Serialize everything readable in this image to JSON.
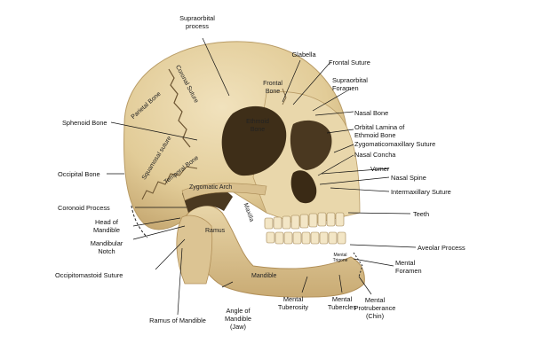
{
  "diagram": {
    "labels": {
      "supraorbital_process": "Supraorbital\nprocess",
      "glabella": "Glabella",
      "frontal_suture": "Frontal Suture",
      "frontal_bone": "Frontal\nBone",
      "supraorbital_foramen": "Supraorbital\nForamen",
      "nasal_bone": "Nasal Bone",
      "orbital_lamina": "Orbital Lamina of\nEthmoid Bone",
      "zygomaticomaxillary_suture": "Zygomaticomaxillary Suture",
      "nasal_concha": "Nasal Concha",
      "vomer": "Vomer",
      "nasal_spine": "Nasal Spine",
      "intermaxillary_suture": "Intermaxillary Suture",
      "teeth": "Teeth",
      "aveolar_process": "Aveolar Process",
      "mental_foramen": "Mental\nForamen",
      "mental_protruberance": "Mental\nProtruberance\n(Chin)",
      "mental_tubercles": "Mental\nTubercles",
      "mental_tuberosity": "Mental\nTuberosity",
      "angle_of_mandible": "Angle of\nMandible\n(Jaw)",
      "ramus_of_mandible": "Ramus of Mandible",
      "occipitomastoid_suture": "Occipitomastoid Suture",
      "mandibular_notch": "Mandibular\nNotch",
      "head_of_mandible": "Head of\nMandible",
      "coronoid_process": "Coronoid Process",
      "occipital_bone": "Occipital Bone",
      "sphenoid_bone": "Sphenoid Bone",
      "parietal_bone": "Parietal Bone",
      "coronal_suture": "Coronal Suture",
      "squamosal_suture": "Squamosal suture",
      "temporal_bone": "Temporal Bone",
      "zygomatic_arch": "Zygomatic Arch",
      "ethmoid_bone": "Ethmoid\nBone",
      "maxilla": "Maxilla",
      "ramus": "Ramus",
      "mandible": "Mandible",
      "mental_trigone": "Mental\nTrigone"
    },
    "colors": {
      "bone": "#e6d3a6",
      "bone_shadow": "#b99c66",
      "bone_dark": "#5a4626",
      "leader": "#111111"
    }
  }
}
